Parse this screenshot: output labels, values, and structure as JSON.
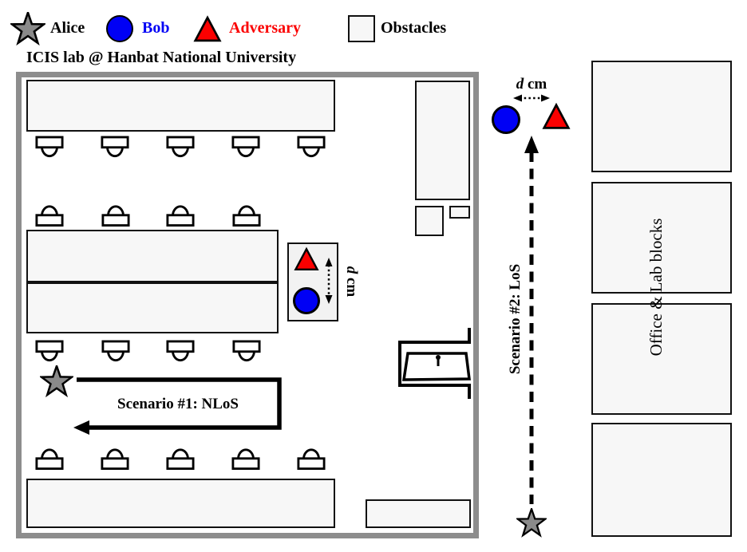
{
  "legend": {
    "alice": {
      "label": "Alice",
      "marker": "star-icon"
    },
    "bob": {
      "label": "Bob",
      "marker": "circle-icon"
    },
    "adversary": {
      "label": "Adversary",
      "marker": "triangle-icon"
    },
    "obstacles": {
      "label": "Obstacles",
      "marker": "square-icon"
    }
  },
  "map_title": "ICIS lab @ Hanbat National University",
  "lab": {
    "scenario1": {
      "label": "Scenario #1: NLoS"
    },
    "distance": {
      "d": "d",
      "unit": " cm"
    }
  },
  "outdoor": {
    "scenario2": {
      "label": "Scenario #2: LoS"
    },
    "distance": {
      "d": "d",
      "unit": " cm"
    }
  },
  "right_column": {
    "label": "Office & Lab blocks"
  },
  "colors": {
    "bob_blue": "#0000f5",
    "adversary_red": "#fb0000",
    "alice_gray": "#8a8a8a",
    "obstacle_fill": "#f7f7f7",
    "wall_gray": "#8d8d8d"
  }
}
